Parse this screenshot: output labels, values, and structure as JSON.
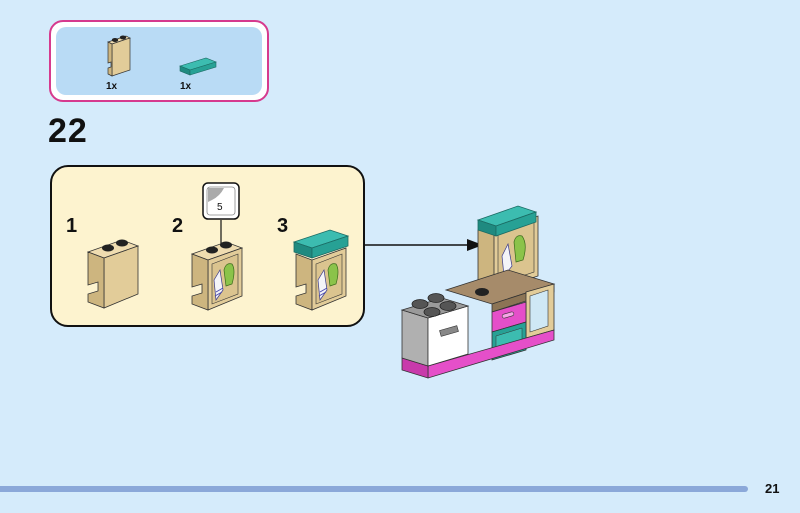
{
  "page": {
    "step_number": "22",
    "page_number": "21"
  },
  "parts_list": {
    "items": [
      {
        "name": "tan-panel-1x2x2",
        "quantity": "1x",
        "color": "#e2cc99"
      },
      {
        "name": "teal-tile-1x2",
        "quantity": "1x",
        "color": "#2aa79b"
      }
    ]
  },
  "sub_assembly": {
    "steps": [
      {
        "number": "1"
      },
      {
        "number": "2",
        "sticker_label": "5"
      },
      {
        "number": "3"
      }
    ]
  },
  "colors": {
    "background": "#d5ebfb",
    "parts_border": "#d63a8e",
    "parts_fill": "#b9dbf5",
    "subassembly_fill": "#fdf3cf",
    "tan": "#e2cc99",
    "teal": "#2aa79b",
    "magenta": "#e54fc9",
    "footer_bar": "#8ba8d9"
  }
}
